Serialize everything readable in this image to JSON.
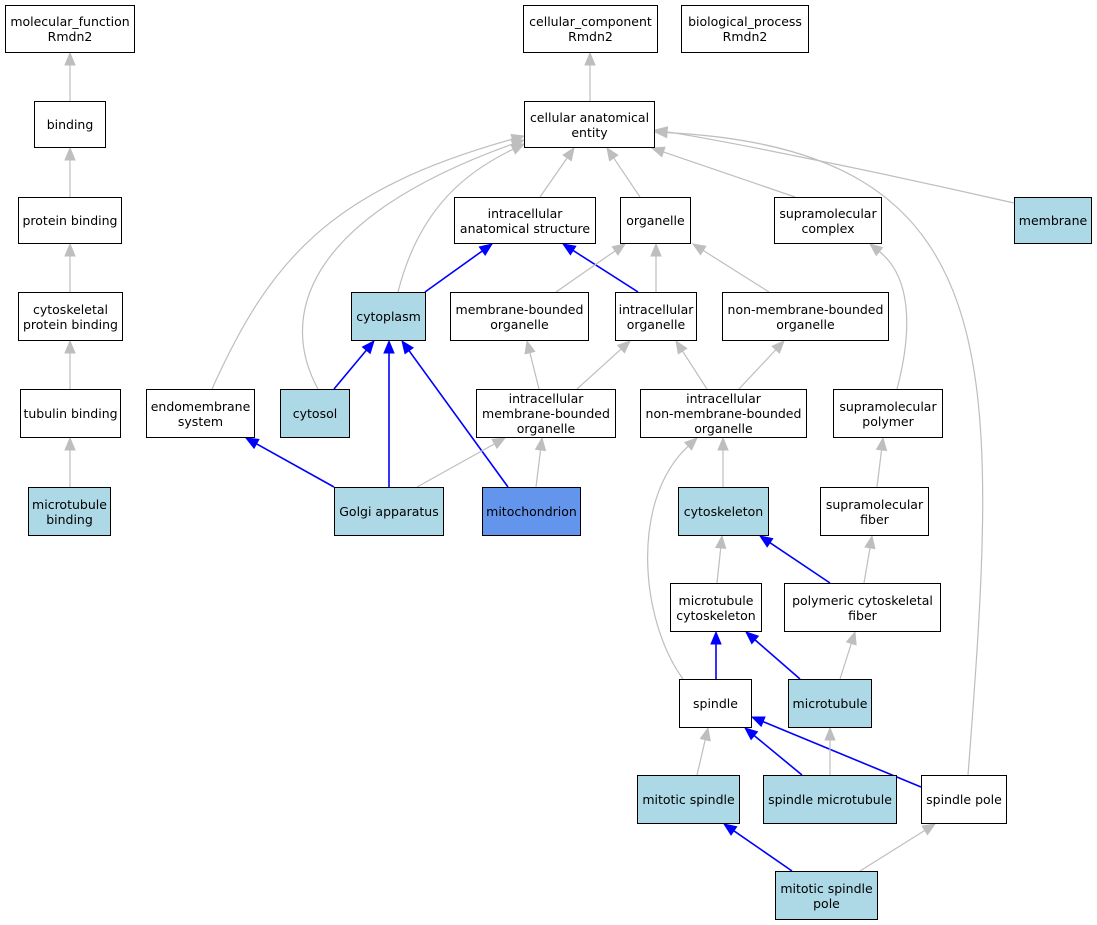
{
  "colors": {
    "default_fill": "#ffffff",
    "annotated_fill": "#add8e6",
    "focus_fill": "#6495ed",
    "is_a_edge": "#bebebe",
    "part_of_edge": "#0000ff",
    "border": "#000000"
  },
  "nodes": [
    {
      "id": "molecular_function",
      "lines": [
        "molecular_function",
        "Rmdn2"
      ],
      "style": "default"
    },
    {
      "id": "cellular_component",
      "lines": [
        "cellular_component",
        "Rmdn2"
      ],
      "style": "default"
    },
    {
      "id": "biological_process",
      "lines": [
        "biological_process",
        "Rmdn2"
      ],
      "style": "default"
    },
    {
      "id": "binding",
      "lines": [
        "binding"
      ],
      "style": "default"
    },
    {
      "id": "cellular_anatomical_entity",
      "lines": [
        "cellular anatomical",
        "entity"
      ],
      "style": "default"
    },
    {
      "id": "protein_binding",
      "lines": [
        "protein binding"
      ],
      "style": "default"
    },
    {
      "id": "intracellular_anatomical_structure",
      "lines": [
        "intracellular",
        "anatomical structure"
      ],
      "style": "default"
    },
    {
      "id": "organelle",
      "lines": [
        "organelle"
      ],
      "style": "default"
    },
    {
      "id": "supramolecular_complex",
      "lines": [
        "supramolecular",
        "complex"
      ],
      "style": "default"
    },
    {
      "id": "membrane",
      "lines": [
        "membrane"
      ],
      "style": "annotated"
    },
    {
      "id": "cytoskeletal_protein_binding",
      "lines": [
        "cytoskeletal",
        "protein binding"
      ],
      "style": "default"
    },
    {
      "id": "cytoplasm",
      "lines": [
        "cytoplasm"
      ],
      "style": "annotated"
    },
    {
      "id": "membrane_bounded_organelle",
      "lines": [
        "membrane-bounded",
        "organelle"
      ],
      "style": "default"
    },
    {
      "id": "intracellular_organelle",
      "lines": [
        "intracellular",
        "organelle"
      ],
      "style": "default"
    },
    {
      "id": "non_membrane_bounded_organelle",
      "lines": [
        "non-membrane-bounded",
        "organelle"
      ],
      "style": "default"
    },
    {
      "id": "tubulin_binding",
      "lines": [
        "tubulin binding"
      ],
      "style": "default"
    },
    {
      "id": "endomembrane_system",
      "lines": [
        "endomembrane",
        "system"
      ],
      "style": "default"
    },
    {
      "id": "cytosol",
      "lines": [
        "cytosol"
      ],
      "style": "annotated"
    },
    {
      "id": "intracellular_membrane_bounded_organelle",
      "lines": [
        "intracellular",
        "membrane-bounded",
        "organelle"
      ],
      "style": "default"
    },
    {
      "id": "intracellular_non_membrane_bounded_organelle",
      "lines": [
        "intracellular",
        "non-membrane-bounded",
        "organelle"
      ],
      "style": "default"
    },
    {
      "id": "supramolecular_polymer",
      "lines": [
        "supramolecular",
        "polymer"
      ],
      "style": "default"
    },
    {
      "id": "microtubule_binding",
      "lines": [
        "microtubule",
        "binding"
      ],
      "style": "annotated"
    },
    {
      "id": "golgi_apparatus",
      "lines": [
        "Golgi apparatus"
      ],
      "style": "annotated"
    },
    {
      "id": "mitochondrion",
      "lines": [
        "mitochondrion"
      ],
      "style": "focus"
    },
    {
      "id": "cytoskeleton",
      "lines": [
        "cytoskeleton"
      ],
      "style": "annotated"
    },
    {
      "id": "supramolecular_fiber",
      "lines": [
        "supramolecular",
        "fiber"
      ],
      "style": "default"
    },
    {
      "id": "microtubule_cytoskeleton",
      "lines": [
        "microtubule",
        "cytoskeleton"
      ],
      "style": "default"
    },
    {
      "id": "polymeric_cytoskeletal_fiber",
      "lines": [
        "polymeric cytoskeletal",
        "fiber"
      ],
      "style": "default"
    },
    {
      "id": "spindle",
      "lines": [
        "spindle"
      ],
      "style": "default"
    },
    {
      "id": "microtubule",
      "lines": [
        "microtubule"
      ],
      "style": "annotated"
    },
    {
      "id": "mitotic_spindle",
      "lines": [
        "mitotic spindle"
      ],
      "style": "annotated"
    },
    {
      "id": "spindle_microtubule",
      "lines": [
        "spindle microtubule"
      ],
      "style": "annotated"
    },
    {
      "id": "spindle_pole",
      "lines": [
        "spindle pole"
      ],
      "style": "default"
    },
    {
      "id": "mitotic_spindle_pole",
      "lines": [
        "mitotic spindle",
        "pole"
      ],
      "style": "annotated"
    }
  ],
  "edges": [
    {
      "from": "binding",
      "to": "molecular_function",
      "type": "is_a"
    },
    {
      "from": "protein_binding",
      "to": "binding",
      "type": "is_a"
    },
    {
      "from": "cytoskeletal_protein_binding",
      "to": "protein_binding",
      "type": "is_a"
    },
    {
      "from": "tubulin_binding",
      "to": "cytoskeletal_protein_binding",
      "type": "is_a"
    },
    {
      "from": "microtubule_binding",
      "to": "tubulin_binding",
      "type": "is_a"
    },
    {
      "from": "cellular_anatomical_entity",
      "to": "cellular_component",
      "type": "is_a"
    },
    {
      "from": "intracellular_anatomical_structure",
      "to": "cellular_anatomical_entity",
      "type": "is_a"
    },
    {
      "from": "organelle",
      "to": "cellular_anatomical_entity",
      "type": "is_a"
    },
    {
      "from": "supramolecular_complex",
      "to": "cellular_anatomical_entity",
      "type": "is_a"
    },
    {
      "from": "membrane",
      "to": "cellular_anatomical_entity",
      "type": "is_a"
    },
    {
      "from": "cytoplasm",
      "to": "cellular_anatomical_entity",
      "type": "is_a"
    },
    {
      "from": "cytosol",
      "to": "cellular_anatomical_entity",
      "type": "is_a"
    },
    {
      "from": "endomembrane_system",
      "to": "cellular_anatomical_entity",
      "type": "is_a"
    },
    {
      "from": "spindle_pole",
      "to": "cellular_anatomical_entity",
      "type": "is_a"
    },
    {
      "from": "cytoplasm",
      "to": "intracellular_anatomical_structure",
      "type": "part_of"
    },
    {
      "from": "intracellular_organelle",
      "to": "intracellular_anatomical_structure",
      "type": "part_of"
    },
    {
      "from": "membrane_bounded_organelle",
      "to": "organelle",
      "type": "is_a"
    },
    {
      "from": "intracellular_organelle",
      "to": "organelle",
      "type": "is_a"
    },
    {
      "from": "non_membrane_bounded_organelle",
      "to": "organelle",
      "type": "is_a"
    },
    {
      "from": "cytosol",
      "to": "cytoplasm",
      "type": "part_of"
    },
    {
      "from": "golgi_apparatus",
      "to": "cytoplasm",
      "type": "part_of"
    },
    {
      "from": "mitochondrion",
      "to": "cytoplasm",
      "type": "part_of"
    },
    {
      "from": "golgi_apparatus",
      "to": "endomembrane_system",
      "type": "part_of"
    },
    {
      "from": "intracellular_membrane_bounded_organelle",
      "to": "membrane_bounded_organelle",
      "type": "is_a"
    },
    {
      "from": "intracellular_membrane_bounded_organelle",
      "to": "intracellular_organelle",
      "type": "is_a"
    },
    {
      "from": "intracellular_non_membrane_bounded_organelle",
      "to": "intracellular_organelle",
      "type": "is_a"
    },
    {
      "from": "intracellular_non_membrane_bounded_organelle",
      "to": "non_membrane_bounded_organelle",
      "type": "is_a"
    },
    {
      "from": "golgi_apparatus",
      "to": "intracellular_membrane_bounded_organelle",
      "type": "is_a"
    },
    {
      "from": "mitochondrion",
      "to": "intracellular_membrane_bounded_organelle",
      "type": "is_a"
    },
    {
      "from": "cytoskeleton",
      "to": "intracellular_non_membrane_bounded_organelle",
      "type": "is_a"
    },
    {
      "from": "spindle",
      "to": "intracellular_non_membrane_bounded_organelle",
      "type": "is_a"
    },
    {
      "from": "supramolecular_polymer",
      "to": "supramolecular_complex",
      "type": "is_a"
    },
    {
      "from": "supramolecular_fiber",
      "to": "supramolecular_polymer",
      "type": "is_a"
    },
    {
      "from": "polymeric_cytoskeletal_fiber",
      "to": "supramolecular_fiber",
      "type": "is_a"
    },
    {
      "from": "polymeric_cytoskeletal_fiber",
      "to": "cytoskeleton",
      "type": "part_of"
    },
    {
      "from": "microtubule_cytoskeleton",
      "to": "cytoskeleton",
      "type": "is_a"
    },
    {
      "from": "spindle",
      "to": "microtubule_cytoskeleton",
      "type": "part_of"
    },
    {
      "from": "microtubule",
      "to": "microtubule_cytoskeleton",
      "type": "part_of"
    },
    {
      "from": "microtubule",
      "to": "polymeric_cytoskeletal_fiber",
      "type": "is_a"
    },
    {
      "from": "mitotic_spindle",
      "to": "spindle",
      "type": "is_a"
    },
    {
      "from": "spindle_microtubule",
      "to": "spindle",
      "type": "part_of"
    },
    {
      "from": "spindle_pole",
      "to": "spindle",
      "type": "part_of"
    },
    {
      "from": "spindle_microtubule",
      "to": "microtubule",
      "type": "is_a"
    },
    {
      "from": "mitotic_spindle_pole",
      "to": "mitotic_spindle",
      "type": "part_of"
    },
    {
      "from": "mitotic_spindle_pole",
      "to": "spindle_pole",
      "type": "is_a"
    }
  ]
}
